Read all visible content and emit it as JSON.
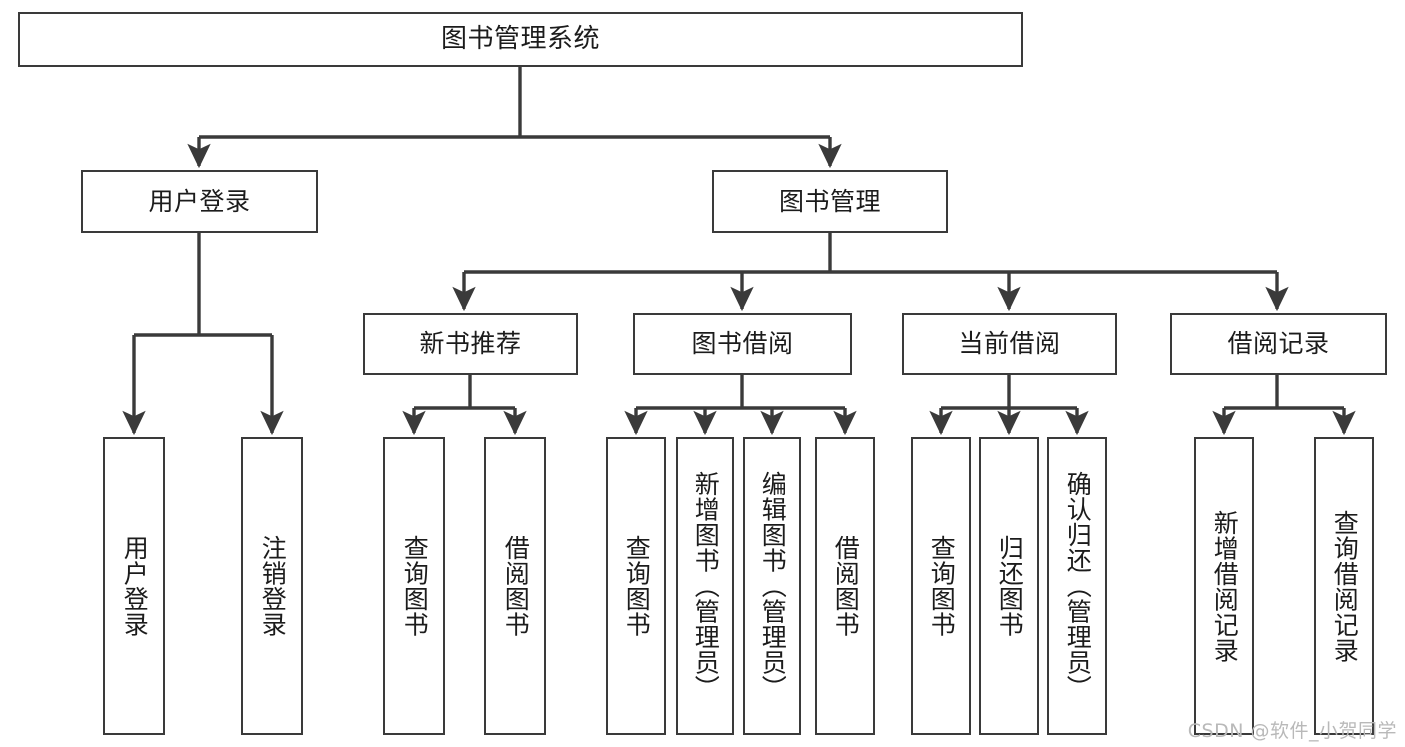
{
  "diagram": {
    "title": "图书管理系统",
    "root": {
      "label": "图书管理系统"
    },
    "level2": [
      {
        "label": "用户登录"
      },
      {
        "label": "图书管理"
      }
    ],
    "level3": [
      {
        "label": "新书推荐"
      },
      {
        "label": "图书借阅"
      },
      {
        "label": "当前借阅"
      },
      {
        "label": "借阅记录"
      }
    ],
    "leaves": {
      "user_login": [
        {
          "label": "用户登录"
        },
        {
          "label": "注销登录"
        }
      ],
      "new_book_recommend": [
        {
          "label": "查询图书"
        },
        {
          "label": "借阅图书"
        }
      ],
      "book_borrow": [
        {
          "label": "查询图书"
        },
        {
          "label": "新增图书（管理员）"
        },
        {
          "label": "编辑图书（管理员）"
        },
        {
          "label": "借阅图书"
        }
      ],
      "current_borrow": [
        {
          "label": "查询图书"
        },
        {
          "label": "归还图书"
        },
        {
          "label": "确认归还（管理员）"
        }
      ],
      "borrow_record": [
        {
          "label": "新增借阅记录"
        },
        {
          "label": "查询借阅记录"
        }
      ]
    },
    "watermark": "CSDN @软件_小贺同学",
    "colors": {
      "stroke": "#3a3a3a",
      "fill": "#ffffff",
      "text": "#1c1c1c",
      "watermark": "#b9b9b9"
    }
  }
}
